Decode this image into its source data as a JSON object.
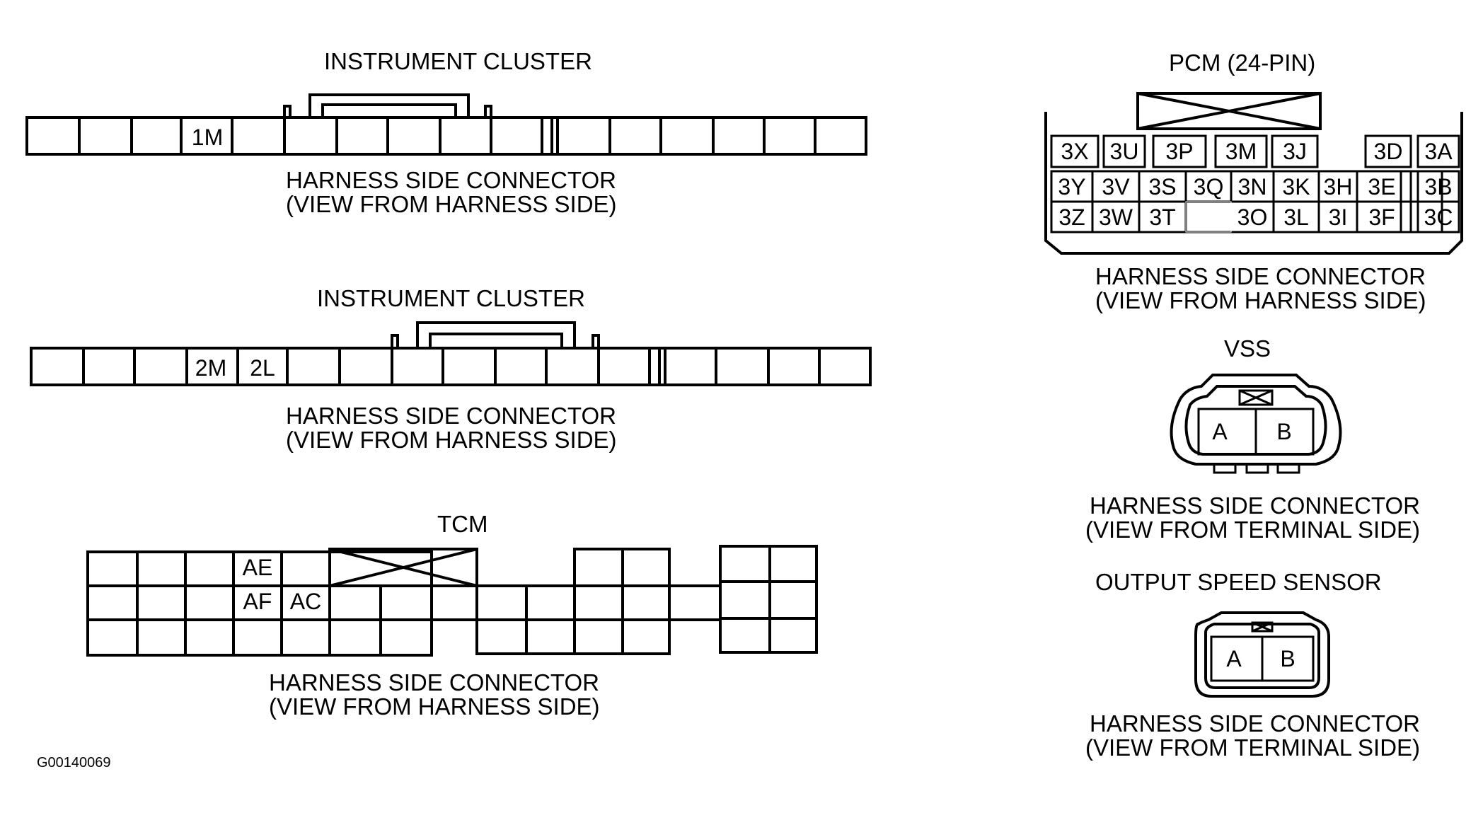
{
  "ic1": {
    "title": "INSTRUMENT CLUSTER",
    "caption1": "HARNESS SIDE CONNECTOR",
    "caption2": "(VIEW FROM HARNESS SIDE)",
    "pins": [
      "1M"
    ]
  },
  "ic2": {
    "title": "INSTRUMENT CLUSTER",
    "caption1": "HARNESS SIDE CONNECTOR",
    "caption2": "(VIEW FROM HARNESS SIDE)",
    "pins": [
      "2M",
      "2L"
    ]
  },
  "tcm": {
    "title": "TCM",
    "caption1": "HARNESS SIDE CONNECTOR",
    "caption2": "(VIEW FROM HARNESS SIDE)",
    "pins": [
      "AE",
      "AF",
      "AC"
    ]
  },
  "pcm": {
    "title": "PCM (24-PIN)",
    "caption1": "HARNESS SIDE CONNECTOR",
    "caption2": "(VIEW FROM HARNESS SIDE)",
    "row1": [
      "3X",
      "3U",
      "3P",
      "3M",
      "3J",
      "3D",
      "3A"
    ],
    "row2": [
      "3Y",
      "3V",
      "3S",
      "3Q",
      "3N",
      "3K",
      "3H",
      "3E",
      "3B"
    ],
    "row3": [
      "3Z",
      "3W",
      "3T",
      "3O",
      "3L",
      "3I",
      "3F",
      "3C"
    ]
  },
  "vss": {
    "title": "VSS",
    "caption1": "HARNESS SIDE CONNECTOR",
    "caption2": "(VIEW FROM TERMINAL SIDE)",
    "pins": [
      "A",
      "B"
    ]
  },
  "oss": {
    "title": "OUTPUT SPEED SENSOR",
    "caption1": "HARNESS SIDE CONNECTOR",
    "caption2": "(VIEW FROM TERMINAL SIDE)",
    "pins": [
      "A",
      "B"
    ]
  },
  "figure_code": "G00140069"
}
